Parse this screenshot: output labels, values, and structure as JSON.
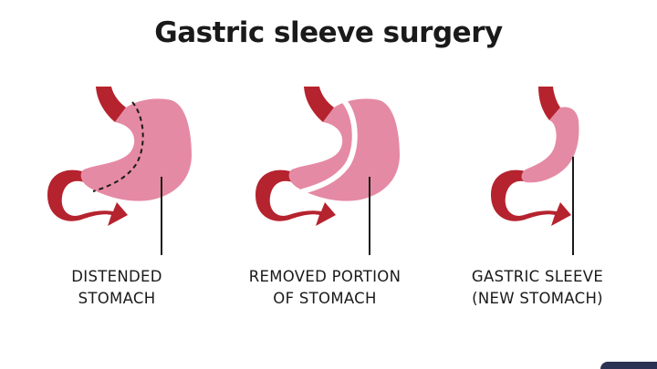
{
  "title": "Gastric sleeve surgery",
  "panels": [
    {
      "label_line1": "DISTENDED",
      "label_line2": "STOMACH"
    },
    {
      "label_line1": "REMOVED PORTION",
      "label_line2": "OF STOMACH"
    },
    {
      "label_line1": "GASTRIC SLEEVE",
      "label_line2": "(NEW STOMACH)"
    }
  ],
  "colors": {
    "stomach_pink": "#e58aa4",
    "esophagus_red": "#b5232e",
    "outline": "#1a1a1a",
    "cut_gap": "#ffffff"
  }
}
